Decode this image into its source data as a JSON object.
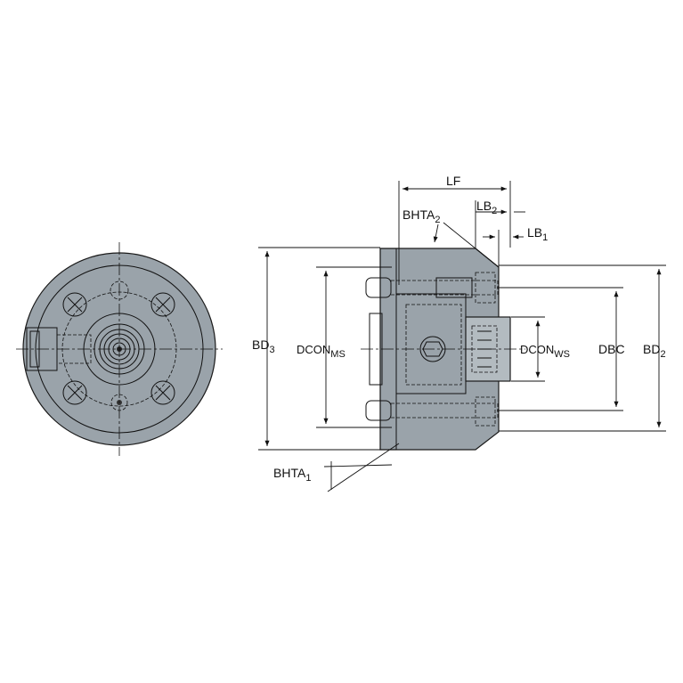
{
  "colors": {
    "body": "#9aa3aa",
    "body_dark": "#7e878e",
    "body_light": "#b8c0c6",
    "lines": "#111111",
    "background": "#ffffff"
  },
  "labels": {
    "LF": "LF",
    "LB2": {
      "base": "LB",
      "sub": "2"
    },
    "LB1": {
      "base": "LB",
      "sub": "1"
    },
    "BHTA2": {
      "base": "BHTA",
      "sub": "2"
    },
    "BHTA1": {
      "base": "BHTA",
      "sub": "1"
    },
    "BD3": {
      "base": "BD",
      "sub": "3"
    },
    "BD2": {
      "base": "BD",
      "sub": "2"
    },
    "DCONMS": {
      "base": "DCON",
      "sub": "MS"
    },
    "DCONWS": {
      "base": "DCON",
      "sub": "WS"
    },
    "DBC": "DBC"
  }
}
